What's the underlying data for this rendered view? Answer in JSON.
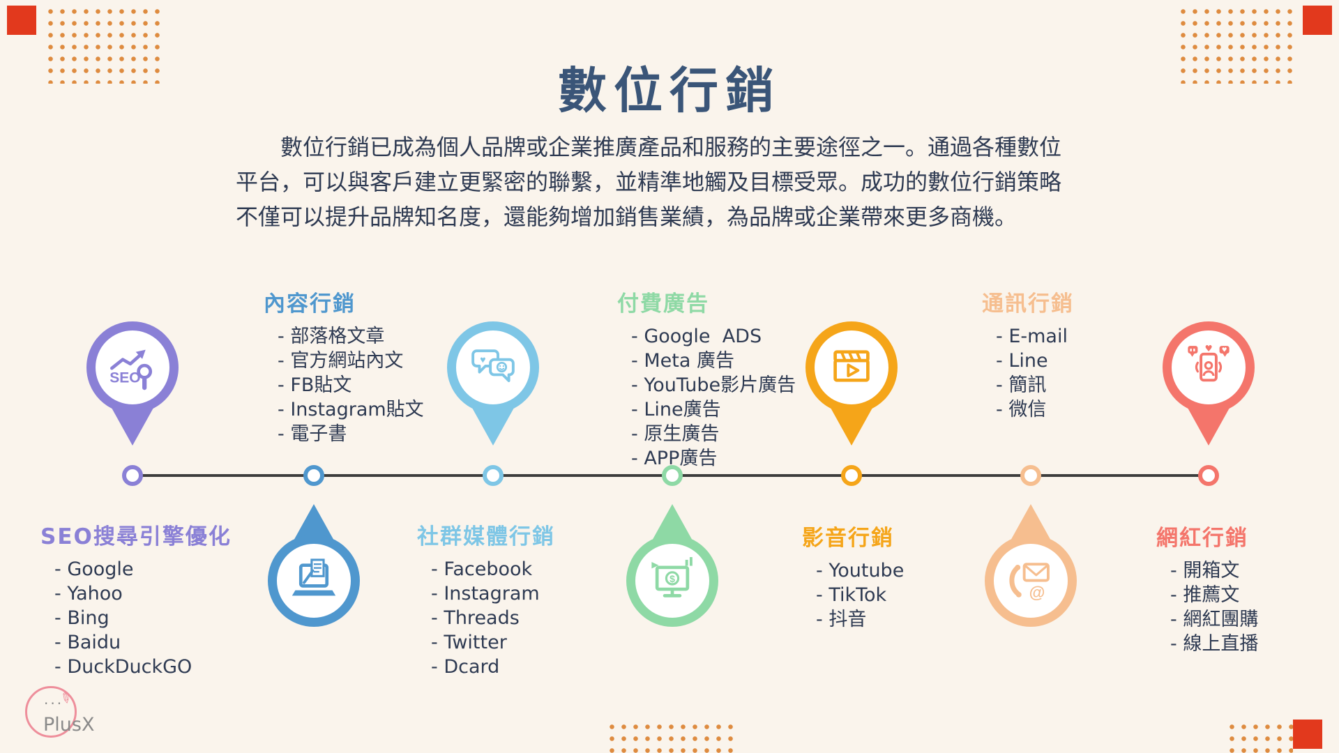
{
  "page": {
    "title": "數位行銷",
    "background_color": "#FAF4EC",
    "title_color": "#3A5578",
    "text_color": "#2E3A52",
    "intro_lines": [
      "數位行銷已成為個人品牌或企業推廣產品和服務的主要途徑之一。通過各種數位",
      "平台，可以與客戶建立更緊密的聯繫，並精準地觸及目標受眾。成功的數位行銷策略",
      "不僅可以提升品牌知名度，還能夠增加銷售業績，為品牌或企業帶來更多商機。"
    ]
  },
  "decorations": {
    "corner_square_color": "#E2391D",
    "dot_color": "#DE8B3F"
  },
  "logo": {
    "dots": "...",
    "pencil_icon": "pencil-icon",
    "text": "PlusX",
    "accent_color": "#EE8E9B",
    "text_color": "#8A8A8A"
  },
  "timeline": {
    "line_color": "#3D3D3D",
    "items": [
      {
        "id": "seo",
        "title": "SEO搜尋引擎優化",
        "color": "#8A80D6",
        "icon": "seo-chart-magnifier-icon",
        "entries": [
          "- Google",
          "- Yahoo",
          "- Bing",
          "- Baidu",
          "- DuckDuckGO"
        ]
      },
      {
        "id": "content",
        "title": "內容行銷",
        "color": "#4F97CE",
        "icon": "laptop-writing-icon",
        "entries": [
          "- 部落格文章",
          "- 官方網站內文",
          "- FB貼文",
          "- Instagram貼文",
          "- 電子書"
        ]
      },
      {
        "id": "social",
        "title": "社群媒體行銷",
        "color": "#7EC6E6",
        "icon": "chat-bubbles-icon",
        "entries": [
          "- Facebook",
          "- Instagram",
          "- Threads",
          "- Twitter",
          "- Dcard"
        ]
      },
      {
        "id": "paid-ads",
        "title": "付費廣告",
        "color": "#8ED9A5",
        "icon": "ads-monitor-icon",
        "entries": [
          "- Google  ADS",
          "- Meta 廣告",
          "- YouTube影片廣告",
          "- Line廣告",
          "- 原生廣告",
          "- APP廣告"
        ]
      },
      {
        "id": "video",
        "title": "影音行銷",
        "color": "#F5A519",
        "icon": "video-clapper-icon",
        "entries": [
          "- Youtube",
          "- TikTok",
          "- 抖音"
        ]
      },
      {
        "id": "messaging",
        "title": "通訊行銷",
        "color": "#F6BE8F",
        "icon": "phone-mail-icon",
        "entries": [
          "- E-mail",
          "- Line",
          "- 簡訊",
          "- 微信"
        ]
      },
      {
        "id": "influencer",
        "title": "網紅行銷",
        "color": "#F4756B",
        "icon": "influencer-phone-icon",
        "entries": [
          "- 開箱文",
          "- 推薦文",
          "- 網紅團購",
          "- 線上直播"
        ]
      }
    ]
  }
}
